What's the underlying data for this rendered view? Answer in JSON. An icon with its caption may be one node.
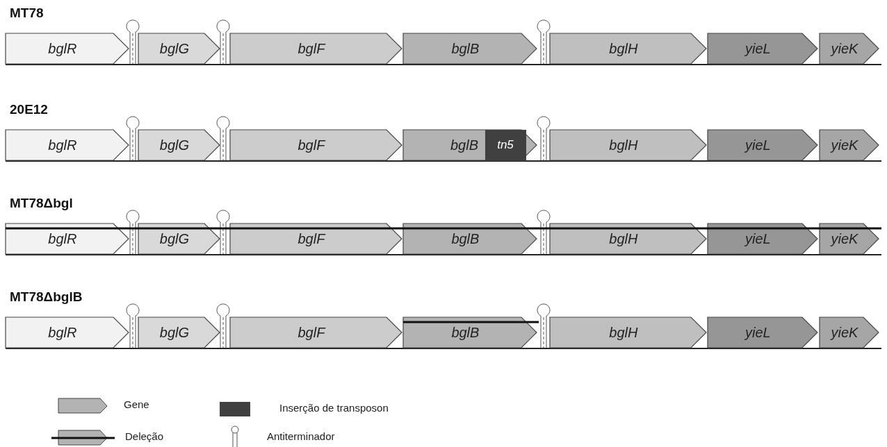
{
  "diagram": {
    "nodes": [
      {
        "text": [
          "bglR"
        ]
      },
      {
        "text": [
          "bglG"
        ]
      },
      {
        "text": [
          "bglF"
        ]
      },
      {
        "text": [
          "bglB"
        ]
      },
      {
        "text": [
          "bglH"
        ]
      },
      {
        "text": [
          "yieL"
        ]
      },
      {
        "text": [
          "yieK"
        ]
      },
      {
        "text": [
          "bglR"
        ]
      },
      {
        "text": [
          "bglG"
        ]
      },
      {
        "text": [
          "bglF"
        ]
      },
      {
        "text": [
          "bglB"
        ]
      },
      {
        "text": [
          "tn5"
        ],
        "in": 10
      },
      {
        "text": [
          "bglH"
        ]
      },
      {
        "text": [
          "yieL"
        ]
      },
      {
        "text": [
          "yieK"
        ]
      },
      {
        "text": [
          "bglR"
        ]
      },
      {
        "text": [
          "bglG"
        ]
      },
      {
        "text": [
          "bglF"
        ]
      },
      {
        "text": [
          "bglB"
        ]
      },
      {
        "text": [
          "bglH"
        ]
      },
      {
        "text": [
          "yieL"
        ]
      },
      {
        "text": [
          "yieK"
        ]
      },
      {
        "text": [
          "bglR"
        ]
      },
      {
        "text": [
          "bglG"
        ]
      },
      {
        "text": [
          "bglF"
        ]
      },
      {
        "text": [
          "bglB"
        ]
      },
      {
        "text": [
          "bglH"
        ]
      },
      {
        "text": [
          "yieL"
        ]
      },
      {
        "text": [
          "yieK"
        ]
      }
    ],
    "labels": [
      "MT78",
      "20E12",
      "MT78Δbgl",
      "MT78ΔbglB"
    ],
    "legend": [
      {
        "text": "Gene"
      },
      {
        "text": "Inserção de transposon",
        "color": "#404040"
      },
      {
        "text": "Deleção"
      },
      {
        "text": "Antiterminador"
      }
    ]
  }
}
